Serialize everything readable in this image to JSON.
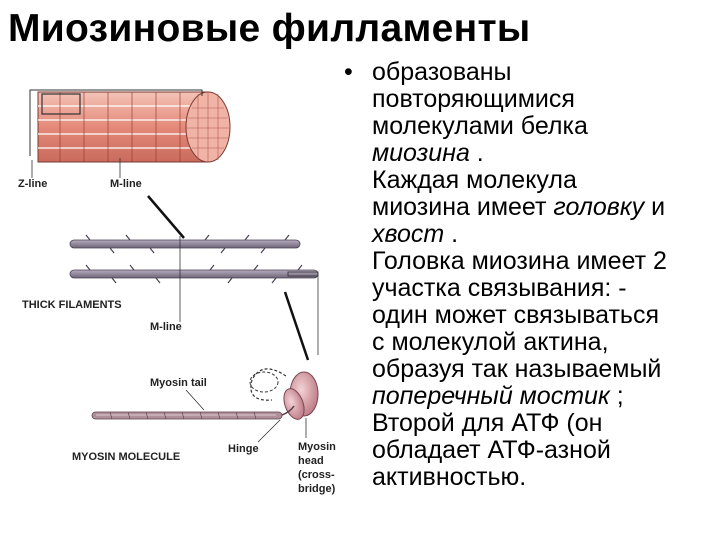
{
  "slide": {
    "title": "Миозиновые филламенты",
    "bullet_symbol": "•",
    "text_lines": [
      [
        "образованы"
      ],
      [
        "повторяющимися"
      ],
      [
        "молекулами белка"
      ],
      [
        "<i>миозина</i>",
        " ."
      ],
      [
        " Каждая молекула"
      ],
      [
        "миозина имеет ",
        "<i>головку</i>",
        " и"
      ],
      [
        "<i>хвост</i>",
        " ."
      ],
      [
        "Головка миозина имеет 2"
      ],
      [
        "участка связывания: -"
      ],
      [
        "один может  связываться"
      ],
      [
        "с молекулой актина,"
      ],
      [
        "образуя так называемый"
      ],
      [
        "<i>поперечный мостик</i>",
        " ;"
      ],
      [
        "Второй для  АТФ (он"
      ],
      [
        "обладает АТФ-азной"
      ],
      [
        "активностью."
      ]
    ]
  },
  "figure": {
    "labels": {
      "z_line": "Z-line",
      "m_line_top": "M-line",
      "thick_filaments": "THICK FILAMENTS",
      "m_line_mid": "M-line",
      "myosin_tail": "Myosin tail",
      "hinge": "Hinge",
      "myosin_molecule": "MYOSIN MOLECULE",
      "myosin_head": [
        "Myosin",
        "head",
        "(cross-",
        "bridge)"
      ]
    },
    "colors": {
      "muscle_fiber": "#e89a8a",
      "filament": "#8e8498",
      "head": "#d9a0a8",
      "tail": "#b08f9a"
    }
  }
}
